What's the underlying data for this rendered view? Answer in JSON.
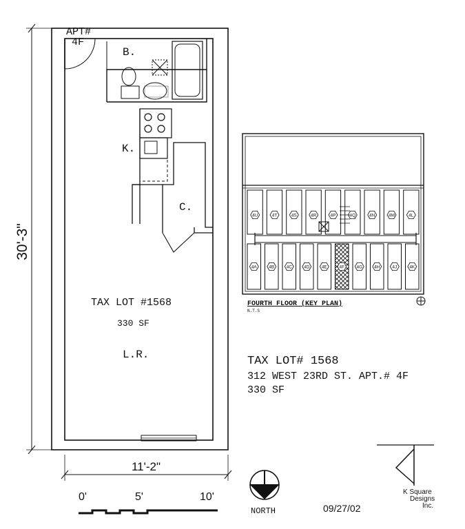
{
  "plan": {
    "apt_label": "APT#",
    "apt_number": "4F",
    "room_bath": "B.",
    "room_kitchen": "K.",
    "room_closet": "C.",
    "room_living": "L.R.",
    "tax_lot": "TAX LOT #1568",
    "area": "330 SF",
    "dim_height": "30'-3\"",
    "dim_width": "11'-2\""
  },
  "scale": {
    "labels": [
      "0'",
      "5'",
      "10'"
    ]
  },
  "north": {
    "label": "NORTH"
  },
  "key_plan": {
    "title": "FOURTH FLOOR (KEY PLAN)",
    "subtitle": "N.T.S",
    "highlighted_unit": "4F",
    "top_units": [
      "4U",
      "4T",
      "4S",
      "4R",
      "4P",
      "4Q",
      "4N",
      "4M",
      "4L"
    ],
    "bottom_units": [
      "4A",
      "4B",
      "4C",
      "4D",
      "4E",
      "4F",
      "4G",
      "4H",
      "4J",
      "4K"
    ]
  },
  "info": {
    "line1": "TAX LOT# 1568",
    "line2": "312 WEST 23RD ST. APT.# 4F",
    "line3": "330 SF"
  },
  "logo": {
    "line1": "K Square",
    "line2": "Designs",
    "line3": "Inc."
  },
  "date": "09/27/02"
}
